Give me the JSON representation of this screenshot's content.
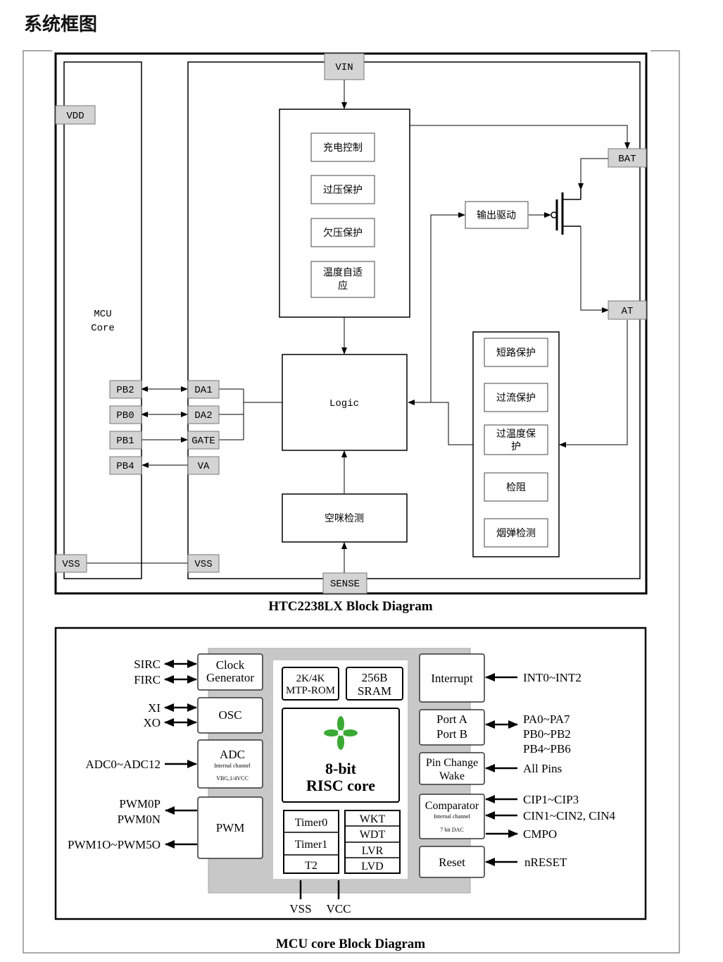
{
  "heading": "系统框图",
  "top": {
    "caption": "HTC2238LX Block Diagram",
    "mcu": {
      "label_line1": "MCU",
      "label_line2": "Core"
    },
    "pins": {
      "vdd": "VDD",
      "vss_left": "VSS",
      "vss_right": "VSS",
      "pb2": "PB2",
      "pb0": "PB0",
      "pb1": "PB1",
      "pb4": "PB4",
      "da1": "DA1",
      "da2": "DA2",
      "gate": "GATE",
      "va": "VA",
      "vin": "VIN",
      "bat": "BAT",
      "at": "AT",
      "sense": "SENSE"
    },
    "charge_blocks": [
      "充电控制",
      "过压保护",
      "欠压保护",
      "温度自适",
      "应"
    ],
    "logic": "Logic",
    "airflow": "空咪检测",
    "driver": "输出驱动",
    "protect_blocks": [
      "短路保护",
      "过流保护",
      "过温度保",
      "护",
      "检阻",
      "烟弹检测"
    ]
  },
  "bottom": {
    "caption": "MCU core Block Diagram",
    "left_blocks": {
      "clock_line1": "Clock",
      "clock_line2": "Generator",
      "osc": "OSC",
      "adc": "ADC",
      "adc_sub1": "Internal channel",
      "adc_sub2": "VBG,1/4VCC",
      "pwm": "PWM"
    },
    "center": {
      "rom_line1": "2K/4K",
      "rom_line2": "MTP-ROM",
      "sram_line1": "256B",
      "sram_line2": "SRAM",
      "core_line1": "8-bit",
      "core_line2": "RISC core",
      "timer0": "Timer0",
      "timer1": "Timer1",
      "t2": "T2",
      "wkt": "WKT",
      "wdt": "WDT",
      "lvr": "LVR",
      "lvd": "LVD"
    },
    "right_blocks": {
      "interrupt": "Interrupt",
      "port_a": "Port A",
      "port_b": "Port B",
      "pcw_line1": "Pin Change",
      "pcw_line2": "Wake",
      "comp": "Comparator",
      "comp_sub1": "Internal channel",
      "comp_sub2": "7 bit DAC",
      "reset": "Reset"
    },
    "signals": {
      "sirc": "SIRC",
      "firc": "FIRC",
      "xi": "XI",
      "xo": "XO",
      "adc_in": "ADC0~ADC12",
      "pwm0p": "PWM0P",
      "pwm0n": "PWM0N",
      "pwm_out": "PWM1O~PWM5O",
      "int": "INT0~INT2",
      "pa": "PA0~PA7",
      "pb02": "PB0~PB2",
      "pb46": "PB4~PB6",
      "allpins": "All Pins",
      "cip": "CIP1~CIP3",
      "cin": "CIN1~CIN2, CIN4",
      "cmpo": "CMPO",
      "nreset": "nRESET",
      "vss": "VSS",
      "vcc": "VCC"
    },
    "colors": {
      "chip_fill": "#c8c8c8",
      "logo_green": "#3aaa35"
    }
  }
}
